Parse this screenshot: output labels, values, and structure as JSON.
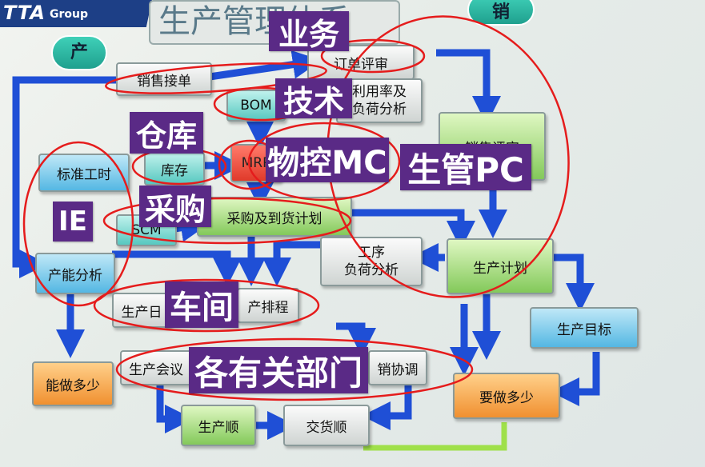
{
  "header": {
    "brand": "TTA",
    "brand_sub": "Group",
    "title": "生产管理体系"
  },
  "pills": {
    "production": "产",
    "sales": "销"
  },
  "boxes": {
    "sales_order": "销售接单",
    "order_review": "订单评审",
    "bom": "BOM",
    "utilization_line1": "利用率及",
    "utilization_line2": "负荷分析",
    "sales_review": "销售评审",
    "standard_time": "标准工时",
    "inventory": "库存",
    "mrp": "MRP",
    "ie": "IE",
    "scm": "SCM",
    "purchase_plan": "采购及到货计划",
    "process_load_line1": "工序",
    "process_load_line2": "负荷分析",
    "production_plan": "生产计划",
    "capacity_analysis": "产能分析",
    "production_daily": "生产日",
    "production_schedule": "产排程",
    "production_target": "生产目标",
    "can_do": "能做多少",
    "production_meeting": "生产会议",
    "coordination": "销协调",
    "need_do": "要做多少",
    "production_order": "生产顺",
    "delivery_order": "交货顺"
  },
  "tags": {
    "business": "业务",
    "technical": "技术",
    "warehouse": "仓库",
    "material_control": "物控MC",
    "production_control": "生管PC",
    "purchasing": "采购",
    "workshop": "车间",
    "departments": "各有关部门"
  },
  "colors": {
    "arrow": "#1f4fd6",
    "circle": "#e51c1c",
    "tag": "#5a2a86"
  }
}
